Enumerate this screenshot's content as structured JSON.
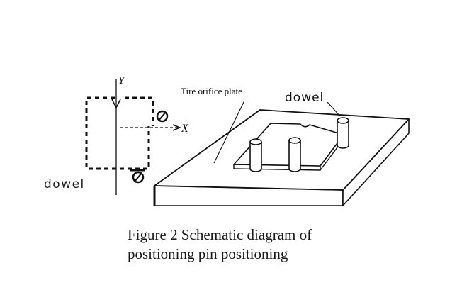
{
  "labels": {
    "axis_y": "Y",
    "axis_x": "X",
    "dowel_left": "dowel",
    "dowel_right": "dowel",
    "plate": "Tire orifice plate"
  },
  "caption": {
    "line1": "Figure 2 Schematic diagram of",
    "line2": "positioning pin positioning"
  },
  "colors": {
    "stroke": "#111111",
    "background": "#ffffff"
  }
}
